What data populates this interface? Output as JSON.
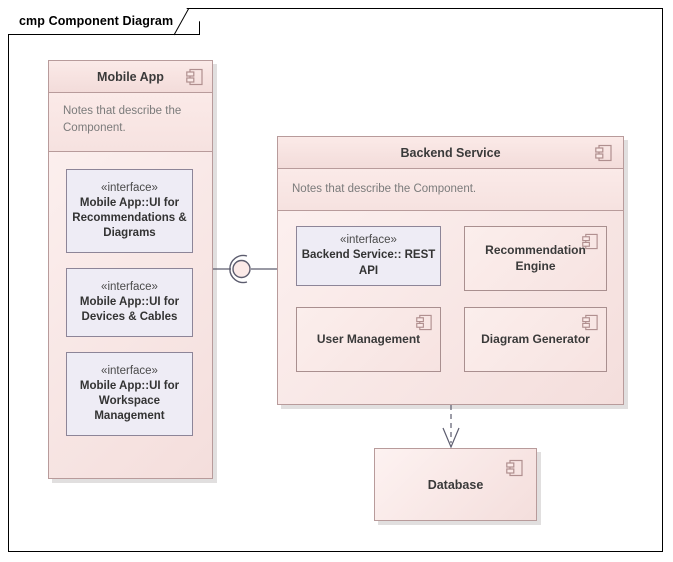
{
  "diagram": {
    "frame_label": "cmp Component Diagram",
    "type": "uml-component-diagram",
    "colors": {
      "frame_border": "#000000",
      "component_border": "#b89b9b",
      "component_fill_light": "#fdf2f1",
      "component_fill_dark": "#f4dedc",
      "interface_fill": "#eeecf5",
      "interface_border": "#8d8598",
      "connector": "#5c5c6e",
      "note_text": "#7b7b7b"
    }
  },
  "mobile_app": {
    "title": "Mobile App",
    "icon": "component-icon",
    "notes": "Notes that describe the Component.",
    "interfaces": [
      {
        "stereotype": "«interface»",
        "name": "Mobile App::UI for Recommendations & Diagrams"
      },
      {
        "stereotype": "«interface»",
        "name": "Mobile App::UI for Devices & Cables"
      },
      {
        "stereotype": "«interface»",
        "name": "Mobile App::UI for Workspace Management"
      }
    ]
  },
  "backend_service": {
    "title": "Backend Service",
    "icon": "component-icon",
    "notes": "Notes that describe the Component.",
    "interfaces": [
      {
        "stereotype": "«interface»",
        "name": "Backend Service:: REST API"
      }
    ],
    "subcomponents": [
      {
        "name": "Recommendation Engine",
        "icon": "component-icon"
      },
      {
        "name": "User Management",
        "icon": "component-icon"
      },
      {
        "name": "Diagram Generator",
        "icon": "component-icon"
      }
    ]
  },
  "database": {
    "title": "Database",
    "icon": "component-icon"
  },
  "connectors": [
    {
      "name": "assembly-connector",
      "kind": "ball-and-socket",
      "from": "mobile_app",
      "to": "backend_service"
    },
    {
      "name": "dependency-arrow",
      "kind": "dashed-dependency",
      "from": "backend_service",
      "to": "database"
    }
  ]
}
